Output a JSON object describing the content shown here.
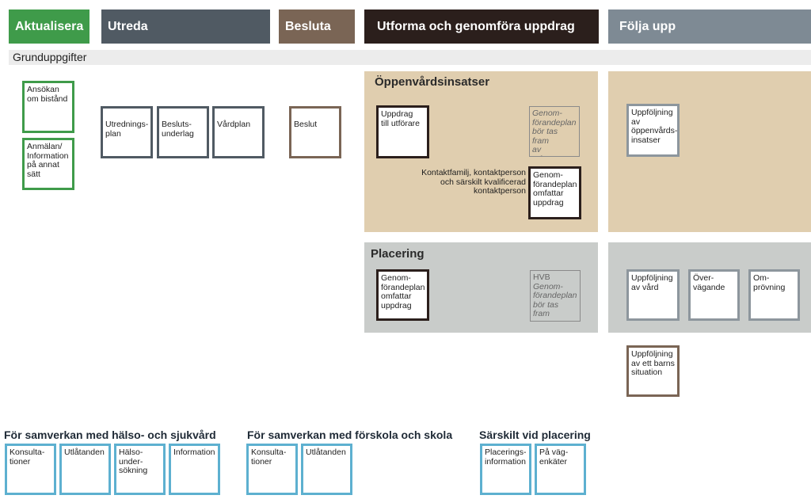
{
  "phases": [
    {
      "label": "Aktualisera",
      "color": "#3f9b4a"
    },
    {
      "label": "Utreda",
      "color": "#505a63"
    },
    {
      "label": "Besluta",
      "color": "#7a6555"
    },
    {
      "label": "Utforma och genomföra uppdrag",
      "color": "#2b1f1c"
    },
    {
      "label": "Följa upp",
      "color": "#7e8a94"
    }
  ],
  "grunduppgifter": "Grunduppgifter",
  "aktualisera": {
    "ansokan": "Ansökan\nom bistånd",
    "anmalan": "Anmälan/\nInformation\npå annat\nsätt"
  },
  "utreda": {
    "utredningsplan": "Utrednings-\nplan",
    "beslutsunderlag": "Besluts-\nunderlag",
    "vardplan": "Vårdplan"
  },
  "besluta": {
    "beslut": "Beslut"
  },
  "oppenvard": {
    "title": "Öppenvårdsinsatser",
    "uppdrag": "Uppdrag\ntill utförare",
    "genomforandeplan_tas": "Genom-\nförandeplan\nbör tas fram\nav utföraren",
    "kontakt_note": "Kontaktfamilj, kontaktperson\noch särskilt kvalificerad\nkontaktperson",
    "genomforandeplan_omfattar": "Genom-\nförandeplan\nomfattar\nuppdrag",
    "uppfoljning": "Uppföljning\nav\nöppenvårds-\ninsatser"
  },
  "placering": {
    "title": "Placering",
    "genomforandeplan_omfattar": "Genom-\nförandeplan\nomfattar\nuppdrag",
    "hvb_label": "HVB",
    "hvb_text": "Genom-\nförandeplan\nbör tas fram\nav utföraren",
    "uppfoljning_vard": "Uppföljning\nav vård",
    "overvagande": "Över-\nvägande",
    "omprovning": "Om-\nprövning",
    "uppfoljning_barn": "Uppföljning\nav ett barns\nsituation"
  },
  "samverkan": [
    {
      "title": "För samverkan med hälso- och sjukvård",
      "items": [
        "Konsulta-\ntioner",
        "Utlåtanden",
        "Hälso-\nunder-\nsökning",
        "Information"
      ]
    },
    {
      "title": "För samverkan med förskola och skola",
      "items": [
        "Konsulta-\ntioner",
        "Utlåtanden"
      ]
    },
    {
      "title": "Särskilt vid placering",
      "items": [
        "Placerings-\ninformation",
        "På väg-\nenkäter"
      ]
    }
  ],
  "colors": {
    "oppenvard_bg": "#e0ceaf",
    "placering_bg": "#c9ccca",
    "bar_bg": "#ececec"
  }
}
